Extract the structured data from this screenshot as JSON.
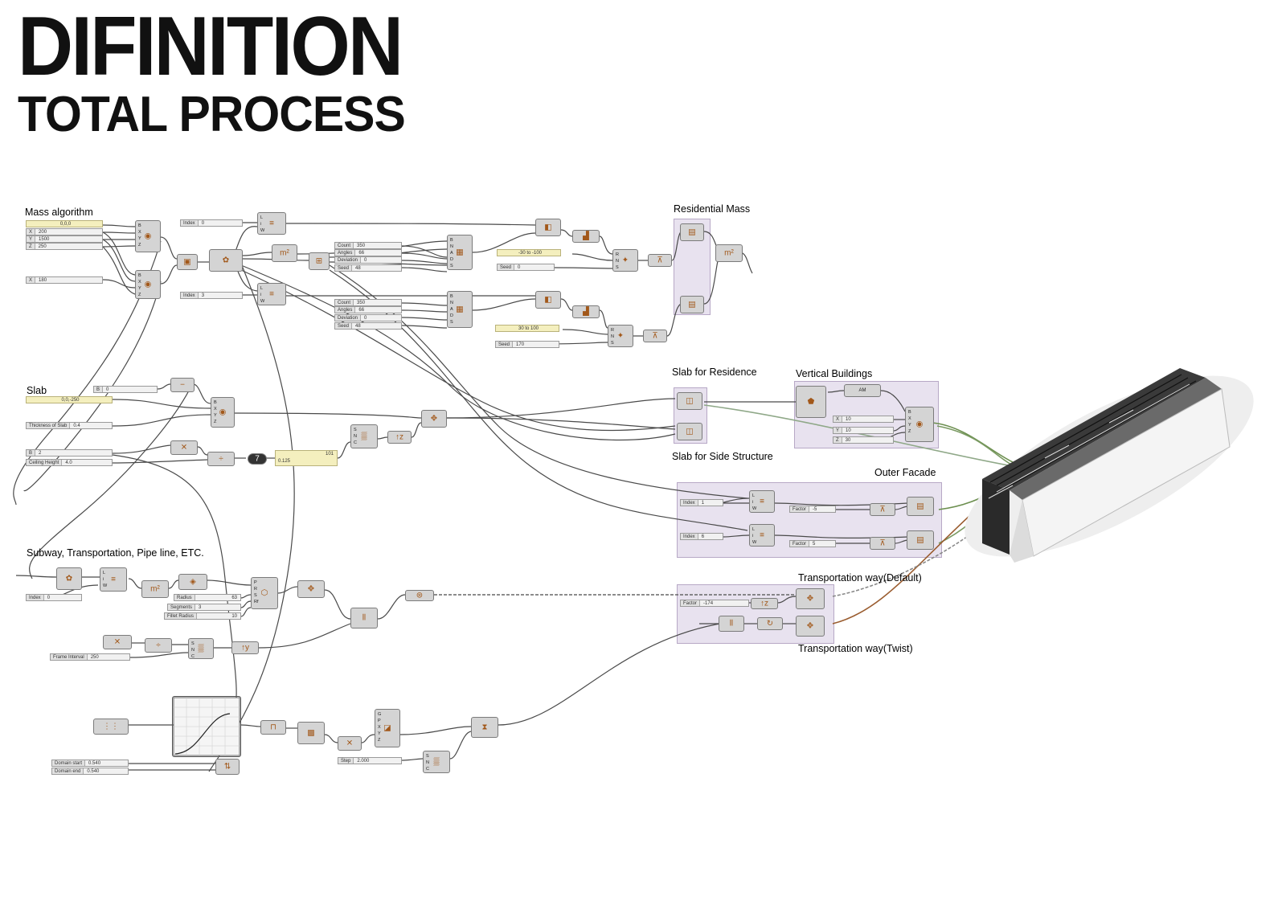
{
  "header": {
    "title": "DIFINITION",
    "subtitle": "TOTAL PROCESS"
  },
  "groups": {
    "mass_algorithm": "Mass algorithm",
    "slab": "Slab",
    "subway": "Subway, Transportation, Pipe line, ETC.",
    "residential_mass": "Residential Mass",
    "slab_residence": "Slab for Residence",
    "vertical_buildings": "Vertical Buildings",
    "slab_side": "Slab for Side Structure",
    "outer_facade": "Outer Facade",
    "transport_default": "Transportation way(Default)",
    "transport_twist": "Transportation way(Twist)"
  },
  "panels": {
    "origin": "0,0,0",
    "x": {
      "label": "X",
      "value": "200"
    },
    "y": {
      "label": "Y",
      "value": "1500"
    },
    "z": {
      "label": "Z",
      "value": "250"
    },
    "x2": {
      "label": "X",
      "value": "180"
    },
    "index1": {
      "label": "Index",
      "value": "0"
    },
    "index2": {
      "label": "Index",
      "value": "3"
    },
    "count1": {
      "label": "Count",
      "value": "350"
    },
    "angles1": {
      "label": "Angles",
      "value": "66"
    },
    "deviation1": {
      "label": "Deviation",
      "value": "0"
    },
    "seed1": {
      "label": "Seed",
      "value": "48"
    },
    "count2": {
      "label": "Count",
      "value": "350"
    },
    "angles2": {
      "label": "Angles",
      "value": "66"
    },
    "deviation2": {
      "label": "Deviation",
      "value": "0"
    },
    "seed2": {
      "label": "Seed",
      "value": "48"
    },
    "range1": "-30 to -100",
    "seed3": {
      "label": "Seed",
      "value": "0"
    },
    "range2": "30 to 100",
    "seed4": {
      "label": "Seed",
      "value": "170"
    },
    "slab_b": {
      "label": "B",
      "value": "0"
    },
    "slab_origin": "0,0,-250",
    "thickness": {
      "label": "Thickness of Slab",
      "value": "0.4"
    },
    "b2": {
      "label": "B",
      "value": "2"
    },
    "ceiling": {
      "label": "Ceiling Height",
      "value": "4.0"
    },
    "yellow_val_top": "101",
    "yellow_val_bottom": "0.125",
    "vb_x": {
      "label": "X",
      "value": "10"
    },
    "vb_y": {
      "label": "Y",
      "value": "10"
    },
    "vb_z": {
      "label": "Z",
      "value": "30"
    },
    "index_f1": {
      "label": "Index",
      "value": "1"
    },
    "factor_f1": {
      "label": "Factor",
      "value": "-5"
    },
    "index_f2": {
      "label": "Index",
      "value": "6"
    },
    "factor_f2": {
      "label": "Factor",
      "value": "5"
    },
    "index_s": {
      "label": "Index",
      "value": "0"
    },
    "radius": {
      "label": "Radius",
      "value": "63"
    },
    "segments": {
      "label": "Segments",
      "value": "3"
    },
    "fillet": {
      "label": "Fillet Radius",
      "value": "10"
    },
    "frame_interval": {
      "label": "Frame Interval",
      "value": "250"
    },
    "factor_t": {
      "label": "Factor",
      "value": "-174"
    },
    "step": {
      "label": "Step",
      "value": "2.000"
    },
    "domain_start": {
      "label": "Domain start",
      "value": "0.540"
    },
    "domain_end": {
      "label": "Domain end",
      "value": "0.540"
    },
    "am_label": "AM"
  },
  "colors": {
    "background": "#ffffff",
    "node": "#d4d4d4",
    "group_fill": "#d7c9e3",
    "wire": "#4a4a4a",
    "wire_green": "#6c8f4f",
    "wire_brown": "#9a5c2f"
  }
}
